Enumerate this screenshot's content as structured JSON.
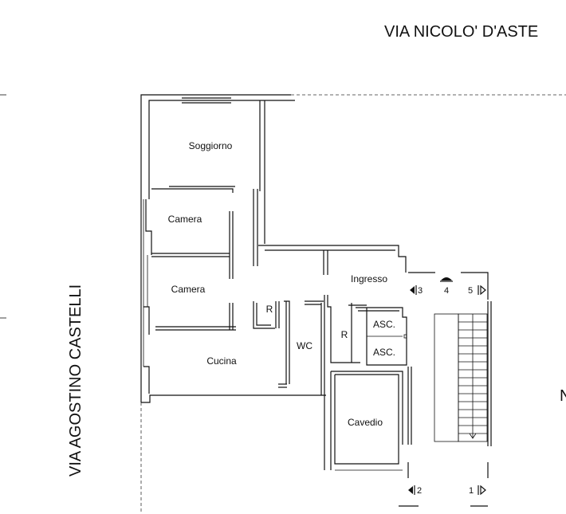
{
  "streets": {
    "top": "VIA NICOLO' D'ASTE",
    "left": "VIA AGOSTINO CASTELLI",
    "right_partial": "N"
  },
  "rooms": {
    "soggiorno": "Soggiorno",
    "camera_1": "Camera",
    "camera_2": "Camera",
    "cucina": "Cucina",
    "wc": "WC",
    "ripostiglio_1": "R",
    "ripostiglio_2": "R",
    "ingresso": "Ingresso",
    "ascensore_1": "ASC.",
    "ascensore_2": "ASC.",
    "cavedio": "Cavedio"
  },
  "markers": {
    "m1": "1",
    "m2": "2",
    "m3": "3",
    "m4": "4",
    "m5": "5"
  }
}
